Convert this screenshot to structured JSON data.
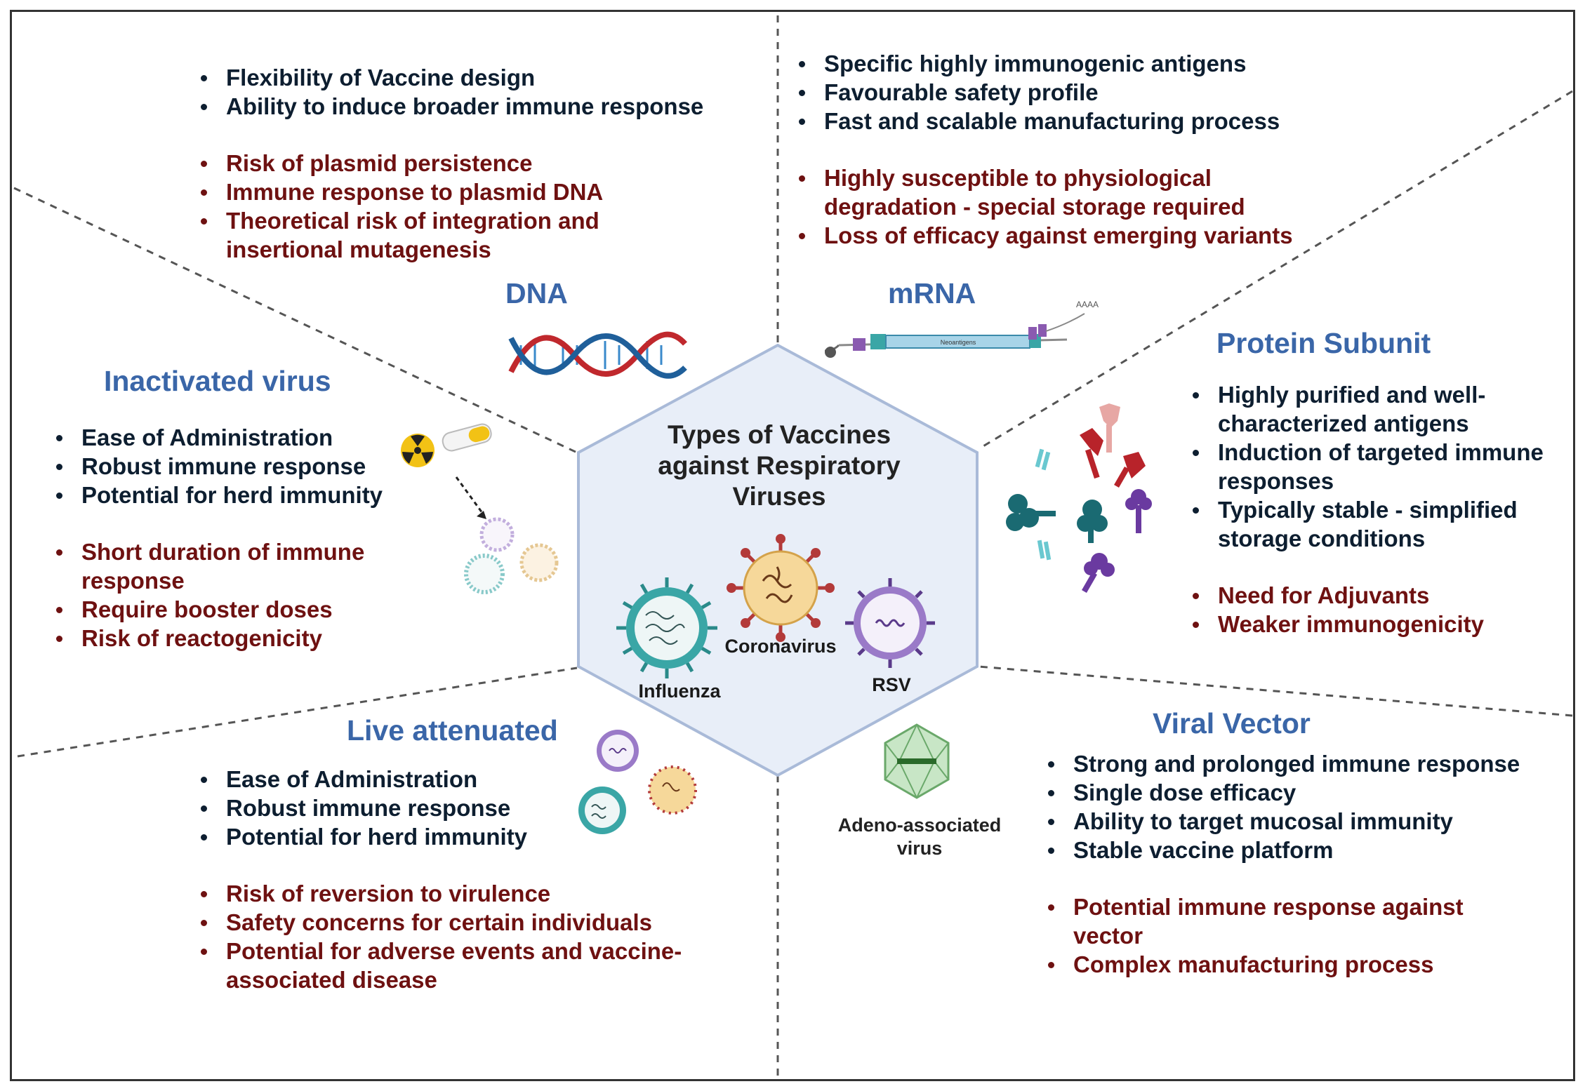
{
  "center": {
    "title_lines": [
      "Types of Vaccines",
      "against Respiratory",
      "Viruses"
    ],
    "viruses": [
      "Influenza",
      "Coronavirus",
      "RSV"
    ]
  },
  "dna": {
    "title": "DNA",
    "pros": [
      "Flexibility of Vaccine design",
      "Ability to induce broader immune response"
    ],
    "cons": [
      "Risk of plasmid persistence",
      "Immune response to plasmid DNA",
      "Theoretical risk of integration and insertional mutagenesis"
    ]
  },
  "mrna": {
    "title": "mRNA",
    "pros": [
      "Specific highly immunogenic antigens",
      "Favourable safety profile",
      "Fast and scalable manufacturing process"
    ],
    "cons": [
      "Highly susceptible to physiological degradation - special storage required",
      "Loss of efficacy against emerging variants"
    ],
    "strand_label": "Neoantigens",
    "tail_label": "AAAA"
  },
  "inactivated": {
    "title": "Inactivated virus",
    "pros": [
      "Ease of Administration",
      "Robust immune response",
      "Potential for herd immunity"
    ],
    "cons": [
      "Short duration of immune response",
      "Require booster doses",
      "Risk of reactogenicity"
    ]
  },
  "protein": {
    "title": "Protein Subunit",
    "pros": [
      "Highly purified and well-characterized antigens",
      "Induction of targeted immune responses",
      "Typically stable - simplified storage conditions"
    ],
    "cons": [
      "Need for Adjuvants",
      "Weaker immunogenicity"
    ]
  },
  "live": {
    "title": "Live attenuated",
    "pros": [
      "Ease of Administration",
      "Robust immune response",
      "Potential for herd immunity"
    ],
    "cons": [
      "Risk of reversion to virulence",
      "Safety concerns for certain individuals",
      "Potential for adverse events and vaccine-associated disease"
    ]
  },
  "viral_vector": {
    "title": "Viral Vector",
    "pros": [
      "Strong and prolonged immune response",
      "Single dose efficacy",
      "Ability to target mucosal immunity",
      "Stable vaccine platform"
    ],
    "cons": [
      "Potential immune response against vector",
      "Complex manufacturing process"
    ],
    "aav_label_lines": [
      "Adeno-associated",
      "virus"
    ]
  },
  "colors": {
    "title_blue": "#3a66a8",
    "pros_text": "#0d1e30",
    "cons_text": "#6e1111",
    "hexagon_fill": "#e8eef8",
    "hexagon_stroke": "#a9bad8"
  }
}
